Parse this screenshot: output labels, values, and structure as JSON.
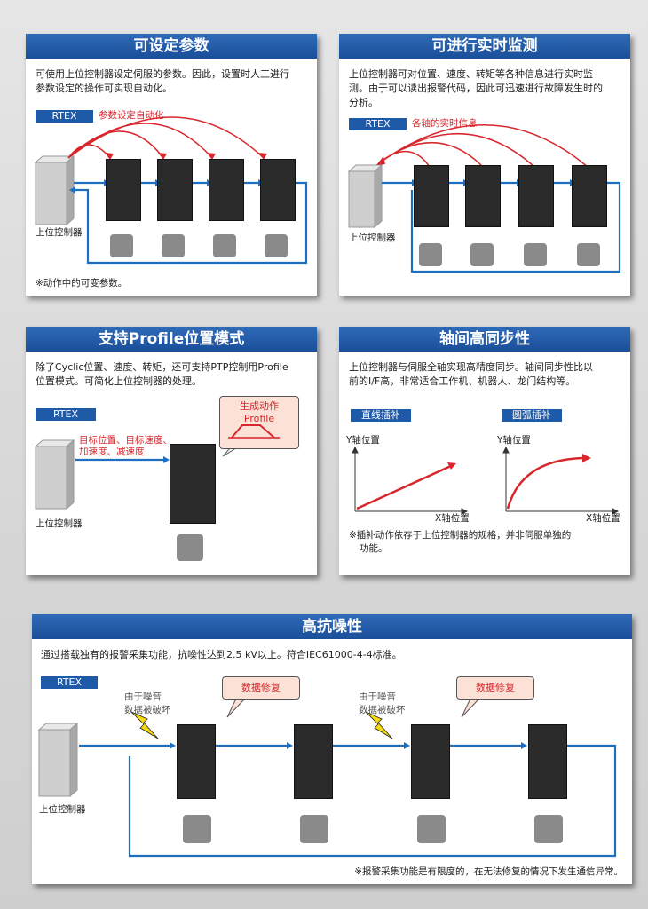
{
  "colors": {
    "accent": "#1e5aa8",
    "header": "#2561ad",
    "red": "#d8262c",
    "bubble": "#fbe1d6"
  },
  "card1": {
    "title": "可设定参数",
    "desc": [
      "可使用上位控制器设定伺服的参数。因此，设置时人工进行",
      "参数设定的操作可实现自动化。"
    ],
    "rtex": "RTEX",
    "tag": "参数设定自动化",
    "controller": "上位控制器",
    "note": "※动作中的可变参数。"
  },
  "card2": {
    "title": "可进行实时监测",
    "desc": [
      "上位控制器可对位置、速度、转矩等各种信息进行实时监",
      "测。由于可以读出报警代码，因此可迅速进行故障发生时的",
      "分析。"
    ],
    "rtex": "RTEX",
    "tag": "各轴的实时信息",
    "controller": "上位控制器"
  },
  "card3": {
    "title": "支持Profile位置模式",
    "desc": [
      "除了Cyclic位置、速度、转矩，还可支持PTP控制用Profile",
      "位置模式。可简化上位控制器的处理。"
    ],
    "rtex": "RTEX",
    "tag": [
      "目标位置、目标速度、",
      "加速度、减速度"
    ],
    "bubble": [
      "生成动作",
      "Profile"
    ],
    "controller": "上位控制器"
  },
  "card4": {
    "title": "轴间高同步性",
    "desc": [
      "上位控制器与伺服全轴实现高精度同步。轴间同步性比以",
      "前的I/F高，非常适合工作机、机器人、龙门结构等。"
    ],
    "linear": {
      "label": "直线插补",
      "y": "Y轴位置",
      "x": "X轴位置"
    },
    "arc": {
      "label": "圆弧插补",
      "y": "Y轴位置",
      "x": "X轴位置"
    },
    "note": [
      "※插补动作依存于上位控制器的规格，并非伺服单独的",
      "功能。"
    ]
  },
  "card5": {
    "title": "高抗噪性",
    "desc": "通过搭载独有的报警采集功能，抗噪性达到2.5 kV以上。符合IEC61000-4-4标准。",
    "rtex": "RTEX",
    "noise": [
      "由于噪音",
      "数据被破坏"
    ],
    "repair": "数据修复",
    "controller": "上位控制器",
    "note": "※报警采集功能是有限度的，在无法修复的情况下发生通信异常。"
  }
}
